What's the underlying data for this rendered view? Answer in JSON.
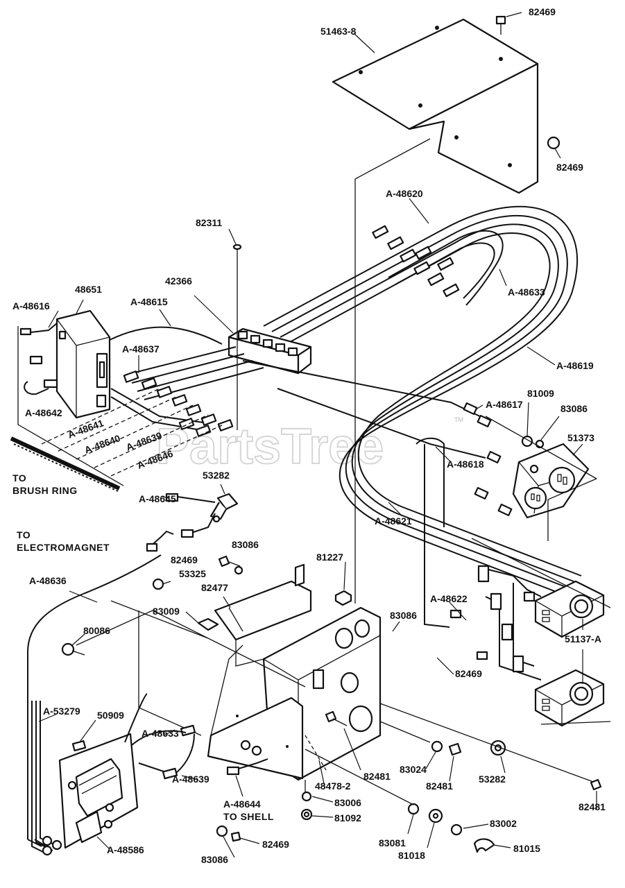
{
  "diagram": {
    "watermark": "PartsTree",
    "watermark_tm": "TM",
    "part_labels": {
      "p82469_top": "82469",
      "p51463": "51463-8",
      "p82469_right": "82469",
      "a48620": "A-48620",
      "p82311": "82311",
      "a48633_top": "A-48633",
      "p42366": "42366",
      "p48651": "48651",
      "a48616": "A-48616",
      "a48615": "A-48615",
      "a48619": "A-48619",
      "a48637": "A-48637",
      "a48617": "A-48617",
      "p81009": "81009",
      "p83086_top": "83086",
      "p51373": "51373",
      "a48642": "A-48642",
      "a48641": "A-48641",
      "a48640": "A-48640",
      "a48639_top": "A-48639",
      "a48646": "A-48646",
      "a48618": "A-48618",
      "p53282_top": "53282",
      "a48645": "A-48645",
      "a48621": "A-48621",
      "p82469_mid": "82469",
      "p83086_mid": "83086",
      "p81227": "81227",
      "a48636": "A-48636",
      "p53325": "53325",
      "p82477": "82477",
      "p83009": "83009",
      "p83086_right": "83086",
      "a48622": "A-48622",
      "p80086": "80086",
      "p51137a": "51137-A",
      "p82469_lower": "82469",
      "a53279": "A-53279",
      "p50909": "50909",
      "a48633_bottom": "A-48633",
      "a48639_bottom": "A-48639",
      "p82481_a": "82481",
      "p83024": "83024",
      "p82481_b": "82481",
      "p53282_bottom": "53282",
      "p82481_c": "82481",
      "a48644": "A-48644",
      "p48478": "48478-2",
      "p83006": "83006",
      "p81092": "81092",
      "p83002": "83002",
      "p83081": "83081",
      "p81018": "81018",
      "p81015": "81015",
      "a48586": "A-48586",
      "p82469_bottom": "82469",
      "p83086_bottom": "83086"
    },
    "captions": {
      "to_brush_ring_1": "TO",
      "to_brush_ring_2": "BRUSH RING",
      "to_electromagnet_1": "TO",
      "to_electromagnet_2": "ELECTROMAGNET",
      "to_shell": "TO SHELL"
    }
  }
}
